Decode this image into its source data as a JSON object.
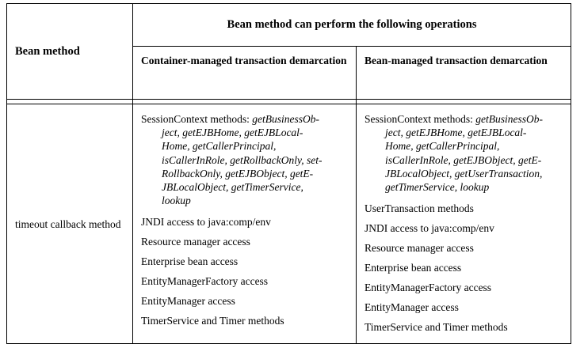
{
  "table": {
    "header": {
      "row_label_header": "Bean method",
      "span_header": "Bean method can perform the following operations",
      "sub_headers": [
        "Container-managed transaction demarcation",
        "Bean-managed transaction demarcation"
      ]
    },
    "rows": [
      {
        "label": "timeout callback method",
        "cells": [
          {
            "context_block": {
              "lines": [
                {
                  "plain": "SessionContext methods: ",
                  "italic": "getBusinessOb-",
                  "indent": false
                },
                {
                  "plain": "",
                  "italic": "ject, getEJBHome, getEJBLocal-",
                  "indent": true
                },
                {
                  "plain": "",
                  "italic": "Home, getCallerPrincipal,",
                  "indent": true
                },
                {
                  "plain": "",
                  "italic": "isCallerInRole, getRollbackOnly, set-",
                  "indent": true
                },
                {
                  "plain": "",
                  "italic": "RollbackOnly, getEJBObject, getE-",
                  "indent": true
                },
                {
                  "plain": "",
                  "italic": "JBLocalObject, getTimerService,",
                  "indent": true
                },
                {
                  "plain": "",
                  "italic": "lookup",
                  "indent": true
                }
              ]
            },
            "operations": [
              "JNDI access to java:comp/env",
              "Resource manager access",
              "Enterprise bean access",
              "EntityManagerFactory access",
              "EntityManager access",
              "TimerService and Timer methods"
            ]
          },
          {
            "context_block": {
              "lines": [
                {
                  "plain": "SessionContext methods: ",
                  "italic": "getBusinessOb-",
                  "indent": false
                },
                {
                  "plain": "",
                  "italic": "ject, getEJBHome, getEJBLocal-",
                  "indent": true
                },
                {
                  "plain": "",
                  "italic": "Home, getCallerPrincipal,",
                  "indent": true
                },
                {
                  "plain": "",
                  "italic": "isCallerInRole, getEJBObject, getE-",
                  "indent": true
                },
                {
                  "plain": "",
                  "italic": "JBLocalObject, getUserTransaction,",
                  "indent": true
                },
                {
                  "plain": "",
                  "italic": "getTimerService, lookup",
                  "indent": true
                }
              ]
            },
            "operations": [
              "UserTransaction methods",
              "JNDI access to java:comp/env",
              "Resource manager access",
              "Enterprise bean access",
              "EntityManagerFactory access",
              "EntityManager access",
              "TimerService and Timer methods"
            ]
          }
        ]
      }
    ]
  }
}
